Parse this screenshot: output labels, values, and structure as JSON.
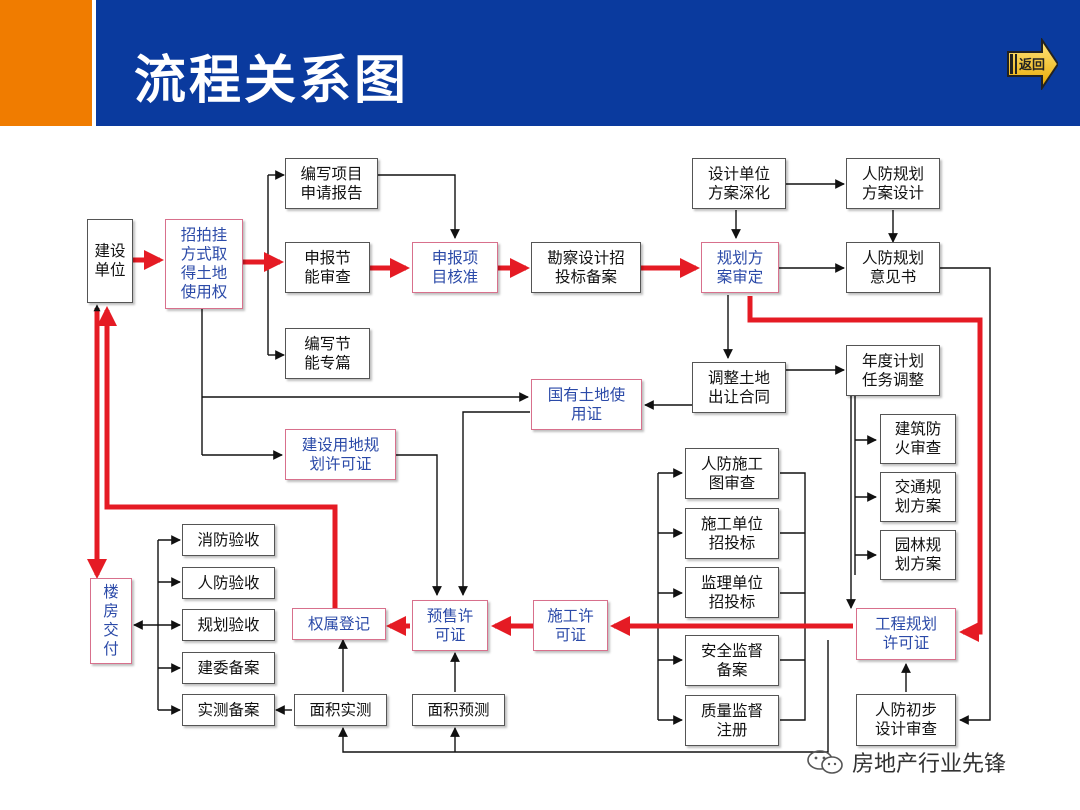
{
  "header": {
    "title": "流程关系图",
    "back_label": "返回"
  },
  "colors": {
    "title_bar": "#0a3a9e",
    "accent": "#f07c00",
    "flow_red": "#e51b24"
  },
  "nodes": {
    "jianshe": "建设\n单位",
    "zhaopai": "招拍挂\n方式取\n得土地\n使用权",
    "bianxie_baogao": "编写项目\n申请报告",
    "shenbao_jieneng": "申报节\n能审查",
    "bianxie_jieneng": "编写节\n能专篇",
    "shenbao_hezhun": "申报项\n目核准",
    "kancha": "勘察设计招\n投标备案",
    "sheji_shenhua": "设计单位\n方案深化",
    "renfang_fangan": "人防规划\n方案设计",
    "guihua_shending": "规划方\n案审定",
    "renfang_yijian": "人防规划\n意见书",
    "tiaozheng": "调整土地\n出让合同",
    "niandu": "年度计划\n任务调整",
    "guoyou": "国有土地使\n用证",
    "yongdi": "建设用地规\n划许可证",
    "jianzhu_fanghuo": "建筑防\n火审查",
    "jiaotong": "交通规\n划方案",
    "yuanlin": "园林规\n划方案",
    "renfang_shigong": "人防施工\n图审查",
    "shigong_zhaobiao": "施工单位\n招投标",
    "jianli": "监理单位\n招投标",
    "anquan": "安全监督\n备案",
    "zhiliang": "质量监督\n注册",
    "gongcheng": "工程规划\n许可证",
    "renfang_chubu": "人防初步\n设计审查",
    "shigong_xuke": "施工许\n可证",
    "yushou": "预售许\n可证",
    "quanshu": "权属登记",
    "loufang": "楼\n房\n交\n付",
    "xiaofang": "消防验收",
    "renfang_yanshou": "人防验收",
    "guihua_yanshou": "规划验收",
    "jianwei": "建委备案",
    "shice_beian": "实测备案",
    "mianji_shice": "面积实测",
    "mianji_yuce": "面积预测"
  },
  "watermark": {
    "text": "房地产行业先锋",
    "icon": "wechat-icon"
  }
}
